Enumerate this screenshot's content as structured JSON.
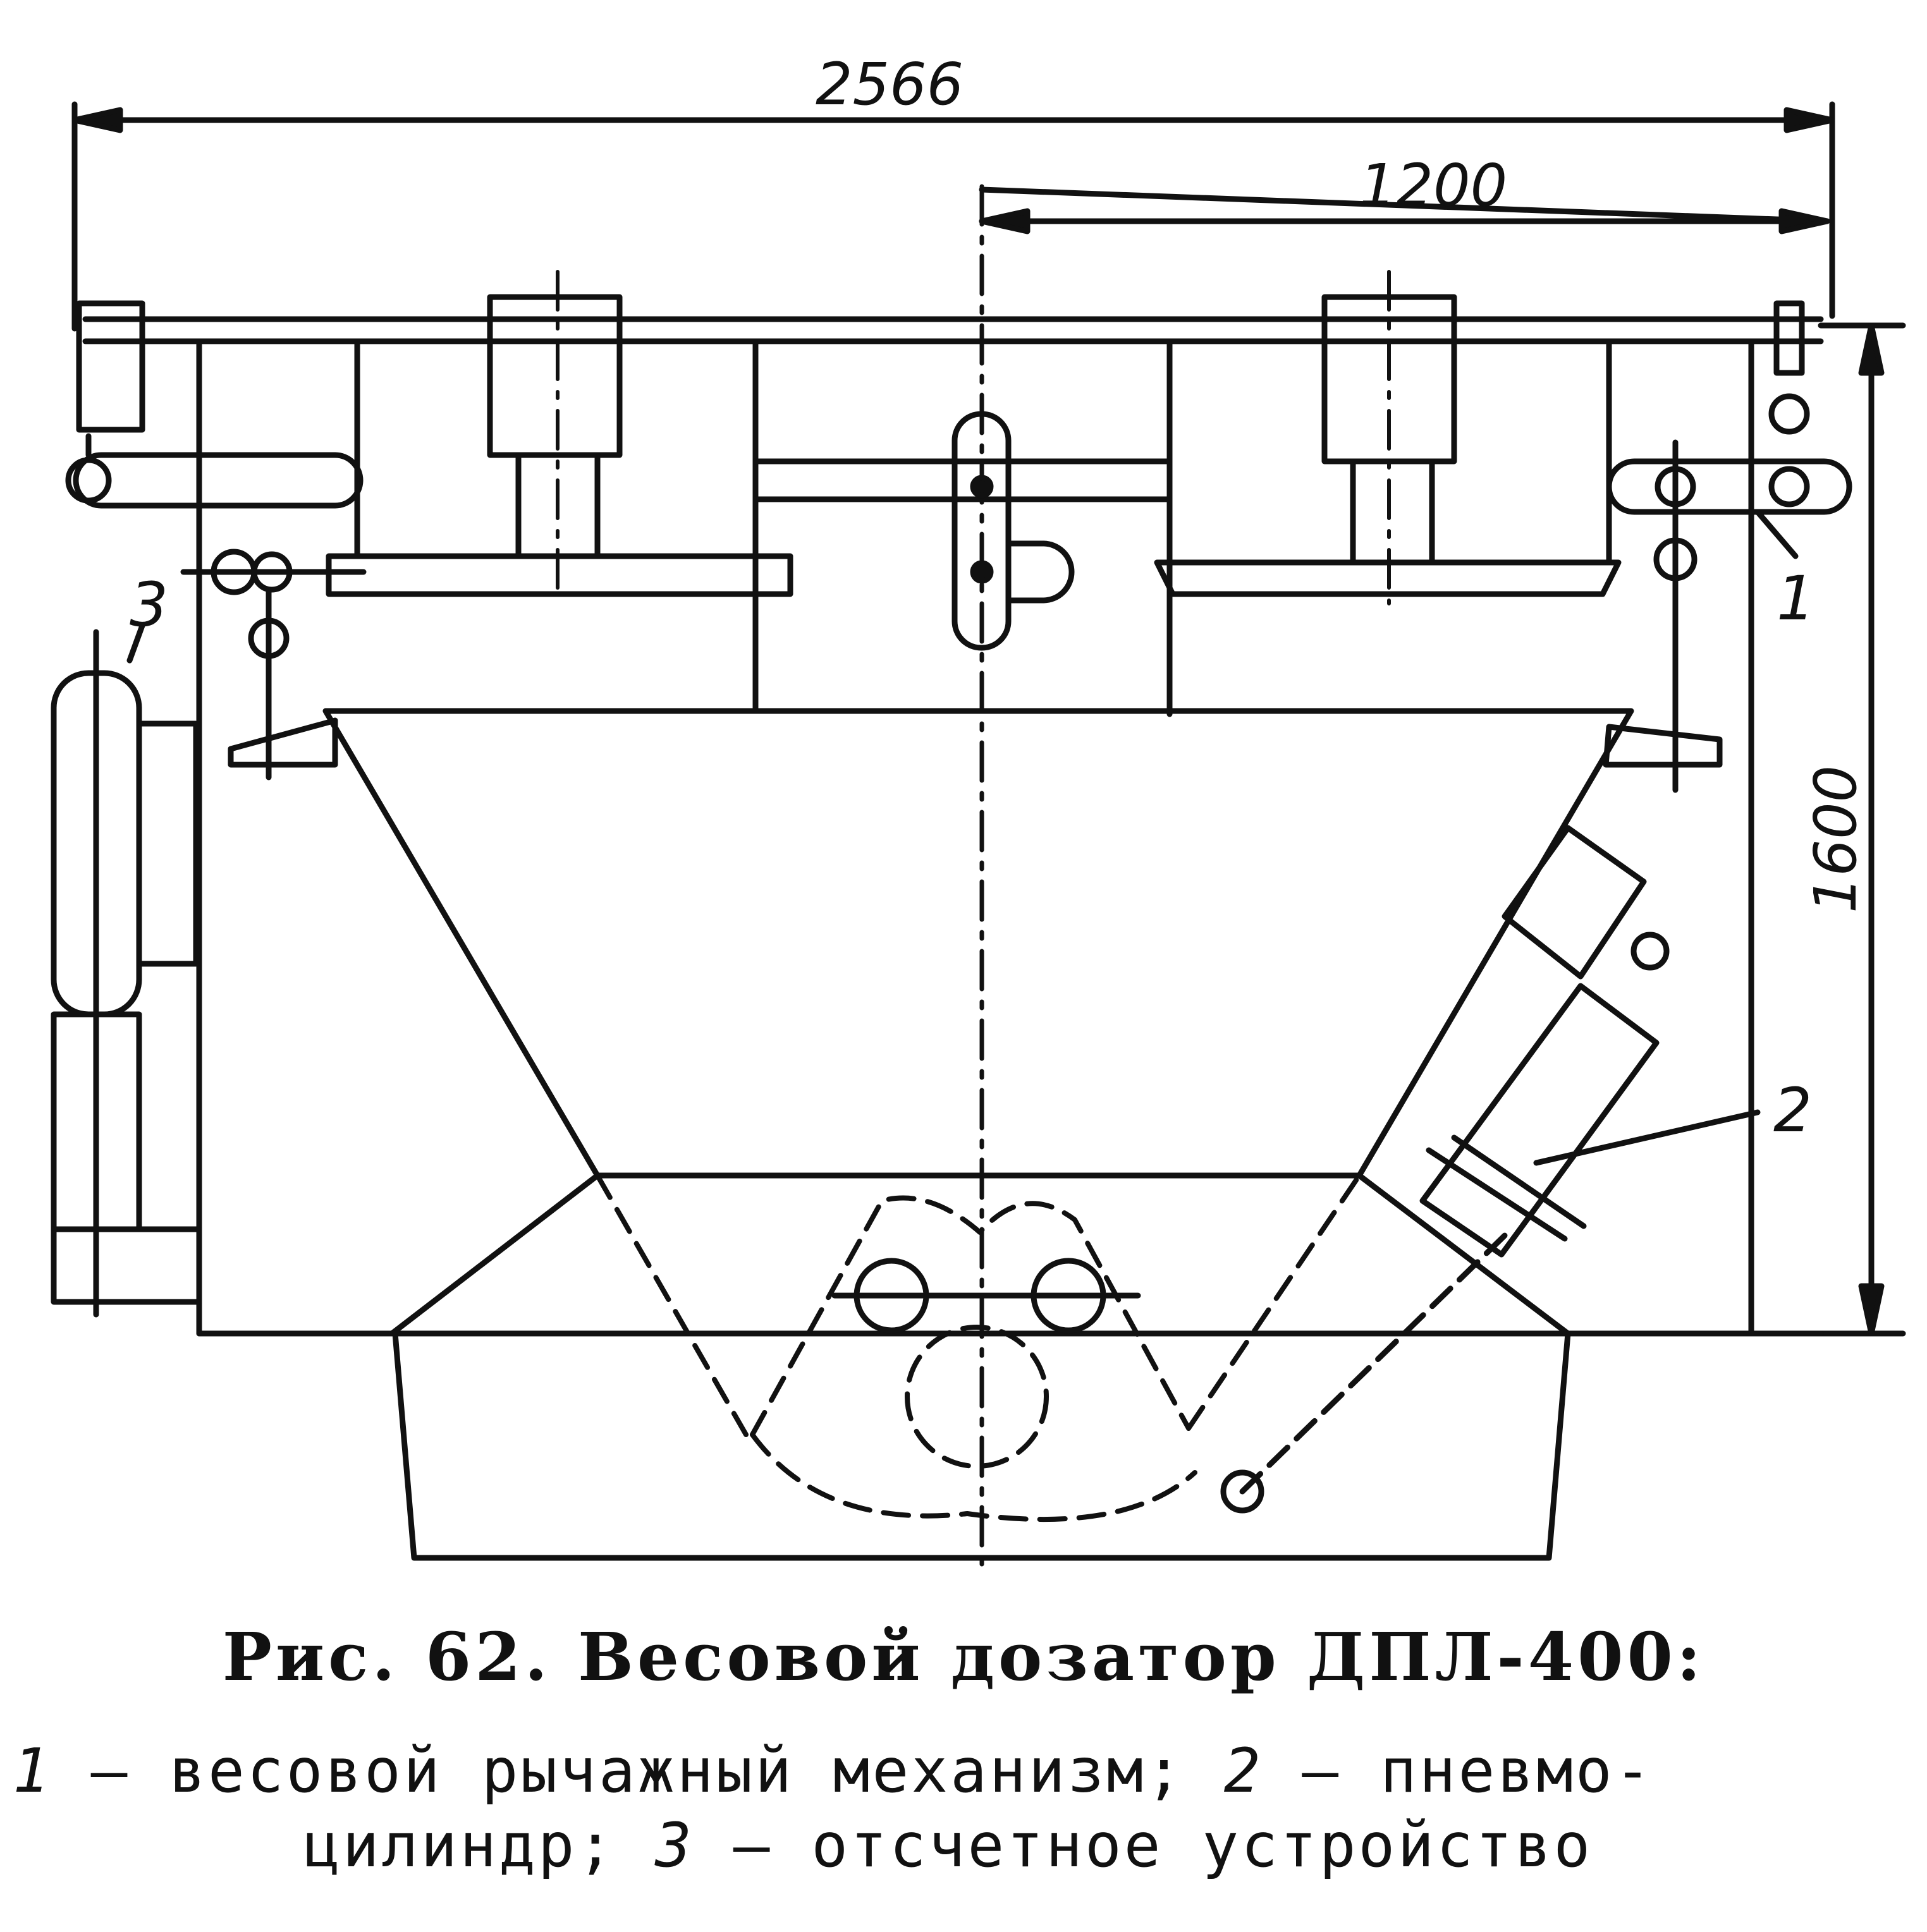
{
  "figure": {
    "dimensions": {
      "overall_width": "2566",
      "right_offset": "1200",
      "height": "1600"
    },
    "callouts": [
      "1",
      "2",
      "3"
    ]
  },
  "caption": {
    "title": "Рис. 62. Весовой дозатор ДПЛ-400:",
    "legend_line1_prefix": "1",
    "legend_line1_a": "— весовой рычажный механизм;",
    "legend_line1_num2": "2",
    "legend_line1_b": "— пневмо-",
    "legend_line2_a": "цилиндр;",
    "legend_line2_num3": "3",
    "legend_line2_b": "— отсчетное устройство"
  },
  "colors": {
    "ink": "#111111",
    "paper": "#ffffff"
  }
}
